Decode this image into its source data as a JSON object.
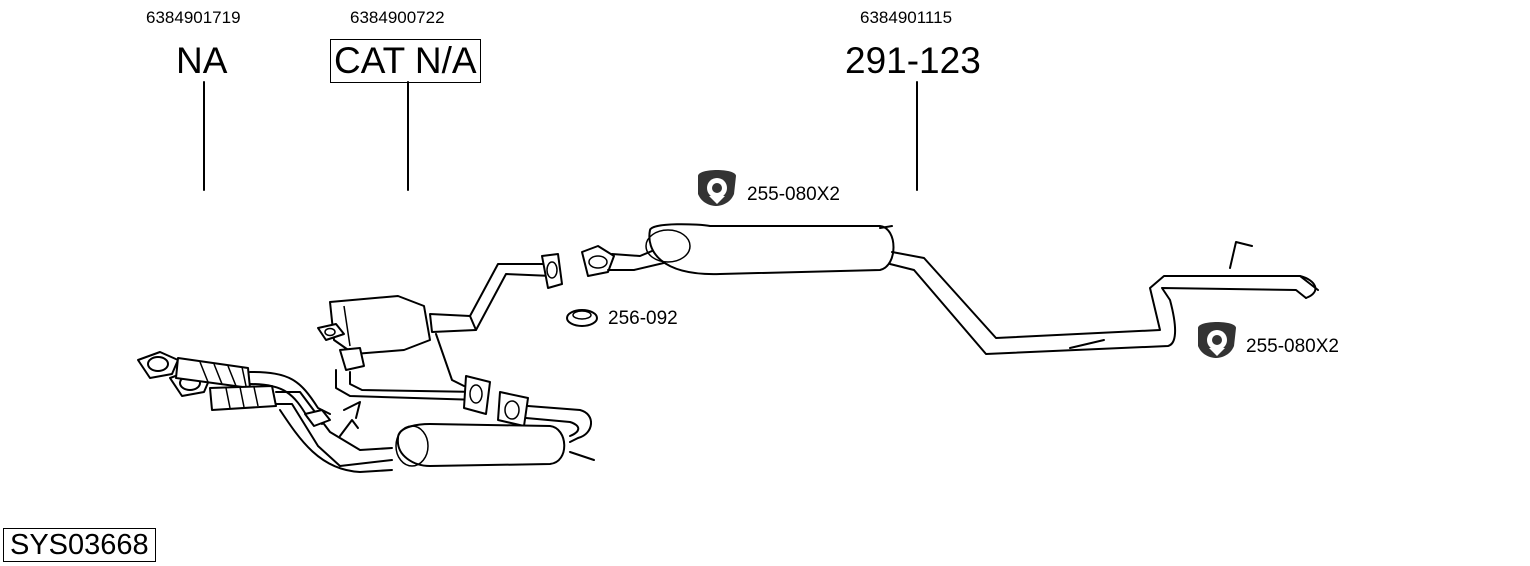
{
  "parts": [
    {
      "oem": "6384901719",
      "part_no": "NA",
      "boxed": false
    },
    {
      "oem": "6384900722",
      "part_no": "CAT N/A",
      "boxed": true
    },
    {
      "oem": "6384901115",
      "part_no": "291-123",
      "boxed": false
    }
  ],
  "accessories": [
    {
      "label": "255-080X2",
      "icon": "rubber-hanger-icon"
    },
    {
      "label": "256-092",
      "icon": "gasket-ring-icon"
    },
    {
      "label": "255-080X2",
      "icon": "rubber-hanger-icon"
    }
  ],
  "system_id": "SYS03668"
}
